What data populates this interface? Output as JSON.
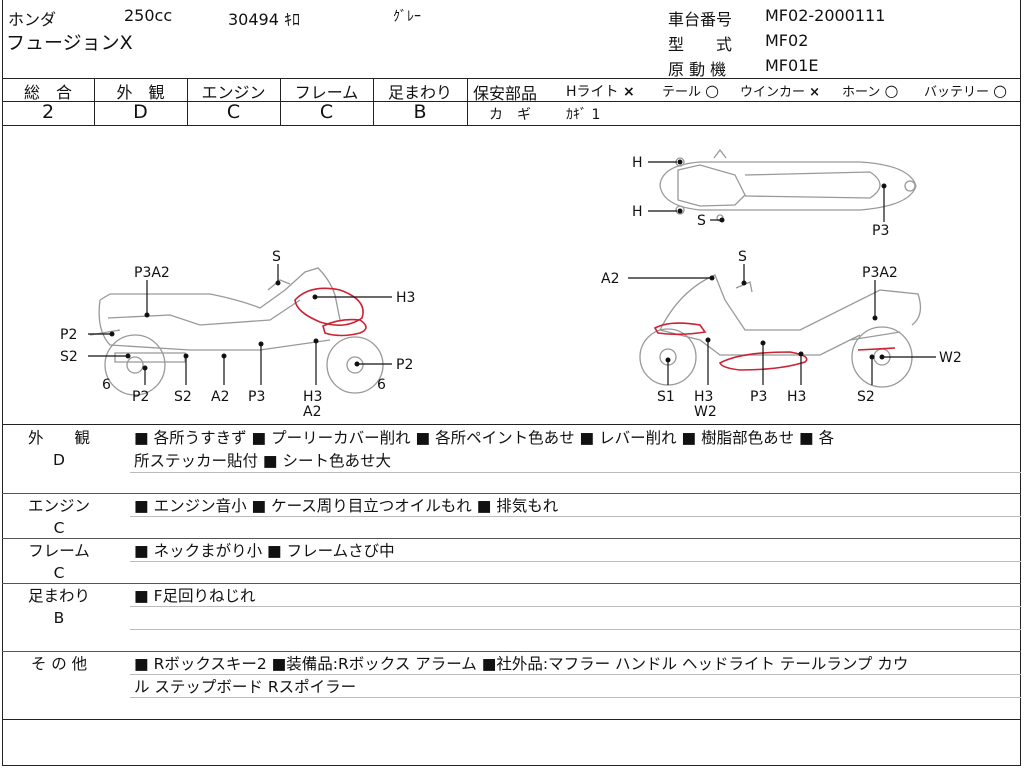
{
  "header": {
    "maker": "ホンダ",
    "displacement": "250cc",
    "mileage": "30494 ｷﾛ",
    "color": "ｸﾞﾚｰ",
    "model_name": "フュージョンX",
    "chassis_label": "車台番号",
    "chassis_value": "MF02-2000111",
    "type_label": "型　　式",
    "type_value": "MF02",
    "engine_label": "原 動 機",
    "engine_value": "MF01E"
  },
  "grades": {
    "headers": [
      "総　合",
      "外　観",
      "エンジン",
      "フレーム",
      "足まわり"
    ],
    "values": [
      "2",
      "D",
      "C",
      "C",
      "B"
    ]
  },
  "safety": {
    "label": "保安部品",
    "items": [
      {
        "name": "Hライト",
        "mark": "×"
      },
      {
        "name": "テール",
        "mark": "○"
      },
      {
        "name": "ウインカー",
        "mark": "×"
      },
      {
        "name": "ホーン",
        "mark": "○"
      },
      {
        "name": "バッテリー",
        "mark": "○"
      }
    ],
    "key_label": "カ　ギ",
    "key_value": "ｶｷﾞ 1"
  },
  "diagram": {
    "top_view_labels": [
      "H",
      "H",
      "S",
      "P3"
    ],
    "left_side_labels": [
      "S",
      "P3A2",
      "H3",
      "P2",
      "S2",
      "6",
      "P2",
      "S2",
      "A2",
      "P3",
      "H3",
      "A2",
      "P2",
      "6"
    ],
    "right_side_labels": [
      "S",
      "A2",
      "P3A2",
      "W2",
      "S1",
      "H3",
      "W2",
      "P3",
      "H3",
      "S2"
    ]
  },
  "comments": [
    {
      "category": "外　　観",
      "grade": "D",
      "line1": "■ 各所うすきず ■ プーリーカバー削れ ■ 各所ペイント色あせ ■ レバー削れ ■ 樹脂部色あせ ■ 各",
      "line2": "所ステッカー貼付 ■ シート色あせ大"
    },
    {
      "category": "エンジン",
      "grade": "C",
      "line1": "■ エンジン音小 ■ ケース周り目立つオイルもれ ■ 排気もれ",
      "line2": ""
    },
    {
      "category": "フレーム",
      "grade": "C",
      "line1": "■ ネックまがり小 ■ フレームさび中",
      "line2": ""
    },
    {
      "category": "足まわり",
      "grade": "B",
      "line1": "■ F足回りねじれ",
      "line2": ""
    },
    {
      "category": "そ の 他",
      "grade": "",
      "line1": "■ Rボックスキー2 ■装備品:Rボックス アラーム ■社外品:マフラー ハンドル ヘッドライト テールランプ カウ",
      "line2": "ル ステップボード Rスポイラー"
    }
  ]
}
